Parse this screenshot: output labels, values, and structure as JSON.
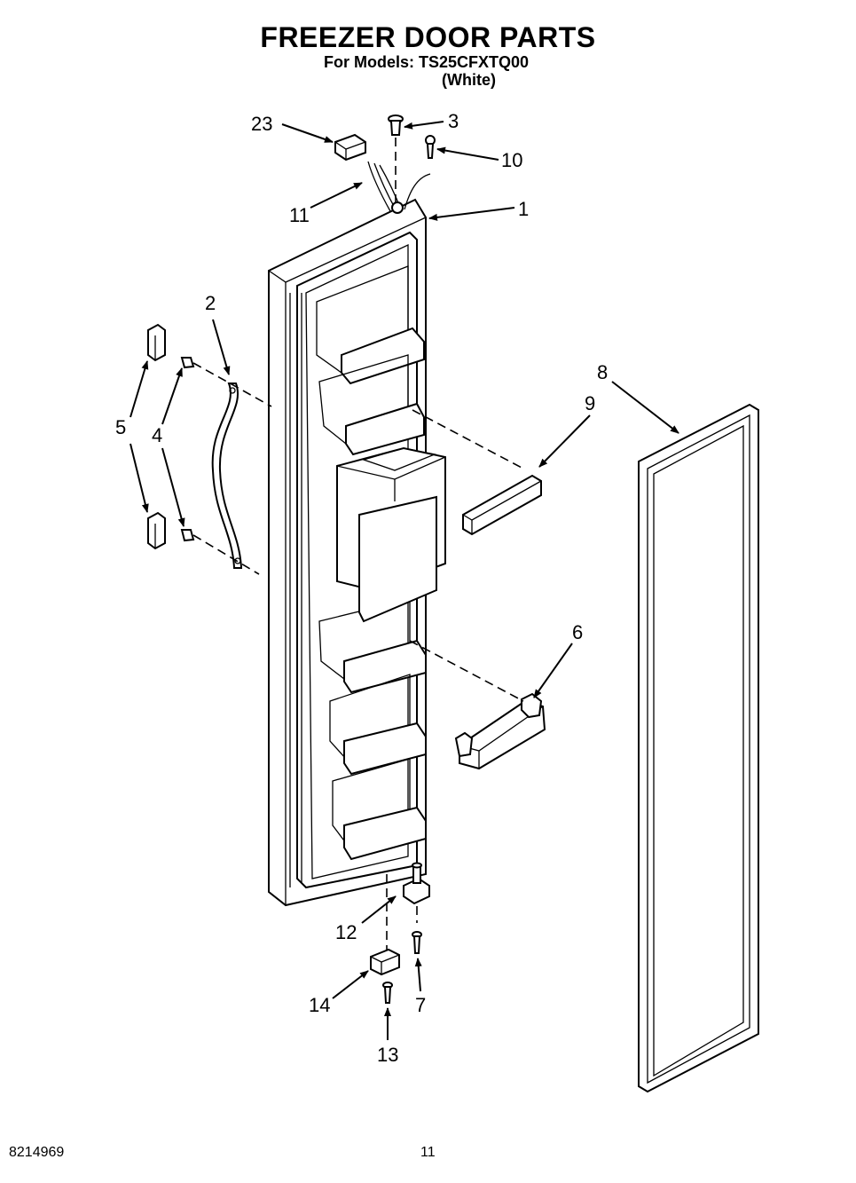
{
  "header": {
    "title": "FREEZER DOOR PARTS",
    "models_line": "For Models: TS25CFXTQ00",
    "color_line": "(White)"
  },
  "callouts": {
    "c1": "1",
    "c2": "2",
    "c3": "3",
    "c4": "4",
    "c5": "5",
    "c6": "6",
    "c7": "7",
    "c8": "8",
    "c9": "9",
    "c10": "10",
    "c11": "11",
    "c12": "12",
    "c13": "13",
    "c14": "14",
    "c23": "23"
  },
  "footer": {
    "doc_number": "8214969",
    "page_number": "11"
  }
}
